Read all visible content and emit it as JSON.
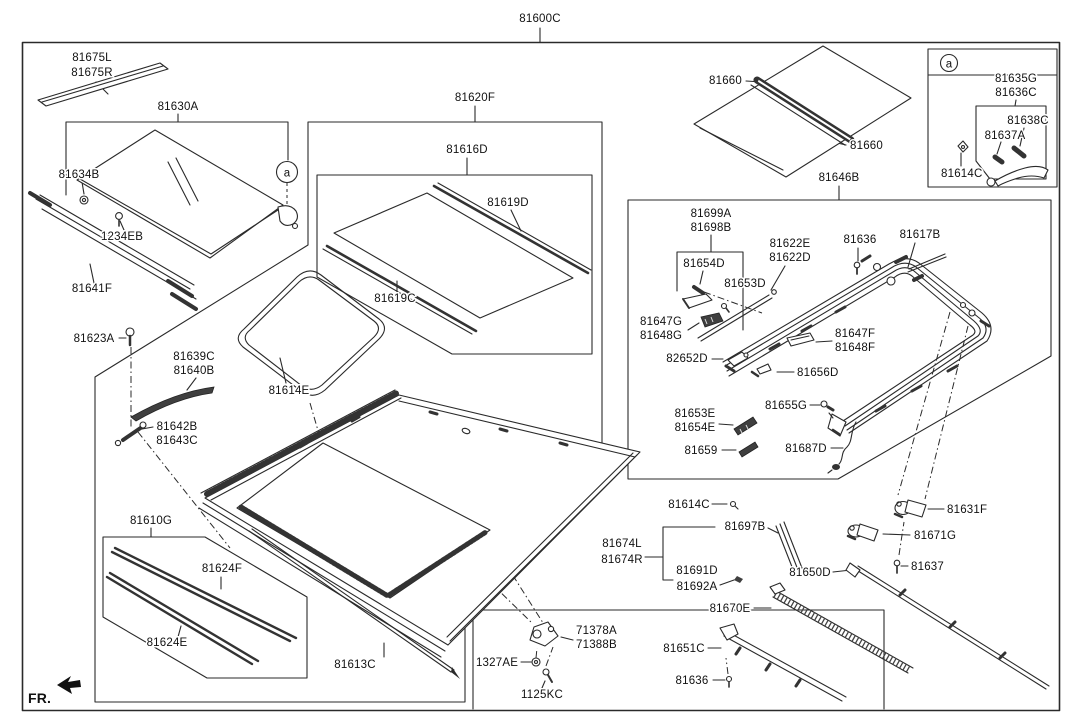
{
  "diagram": {
    "colors": {
      "background": "#ffffff",
      "line_color": "#2a2a2a",
      "label_color": "#111111"
    },
    "callout_a": "a",
    "labels": {
      "root": "81600C",
      "l81675L": "81675L",
      "l81675R": "81675R",
      "l81630A": "81630A",
      "l81634B": "81634B",
      "l1234EB": "1234EB",
      "l81641F": "81641F",
      "l81623A": "81623A",
      "l81639C": "81639C",
      "l81640B": "81640B",
      "l81614E": "81614E",
      "l81642B": "81642B",
      "l81643C": "81643C",
      "l81610G": "81610G",
      "l81624F": "81624F",
      "l81624E": "81624E",
      "l81620F": "81620F",
      "l81616D": "81616D",
      "l81619D": "81619D",
      "l81619C": "81619C",
      "l81613C": "81613C",
      "l1327AE": "1327AE",
      "l1125KC": "1125KC",
      "l71378A": "71378A",
      "l71388B": "71388B",
      "l81660_left": "81660",
      "l81660_right": "81660",
      "l81646B": "81646B",
      "l81635G": "81635G",
      "l81636C": "81636C",
      "l81638C": "81638C",
      "l81637A": "81637A",
      "l81614C_inset": "81614C",
      "l81699A": "81699A",
      "l81698B": "81698B",
      "l81654D": "81654D",
      "l81653D": "81653D",
      "l81622E": "81622E",
      "l81622D": "81622D",
      "l81636_frame": "81636",
      "l81617B": "81617B",
      "l81647G": "81647G",
      "l81648G": "81648G",
      "l82652D": "82652D",
      "l81647F": "81647F",
      "l81648F": "81648F",
      "l81656D": "81656D",
      "l81655G": "81655G",
      "l81653E": "81653E",
      "l81654E": "81654E",
      "l81659": "81659",
      "l81687D": "81687D",
      "l81614C_mid": "81614C",
      "l81697B": "81697B",
      "l81674L": "81674L",
      "l81674R": "81674R",
      "l81691D": "81691D",
      "l81692A": "81692A",
      "l81650D": "81650D",
      "l81670E": "81670E",
      "l81651C": "81651C",
      "l81636_bottom": "81636",
      "l81631F": "81631F",
      "l81671G": "81671G",
      "l81637": "81637",
      "fr": "FR."
    }
  }
}
